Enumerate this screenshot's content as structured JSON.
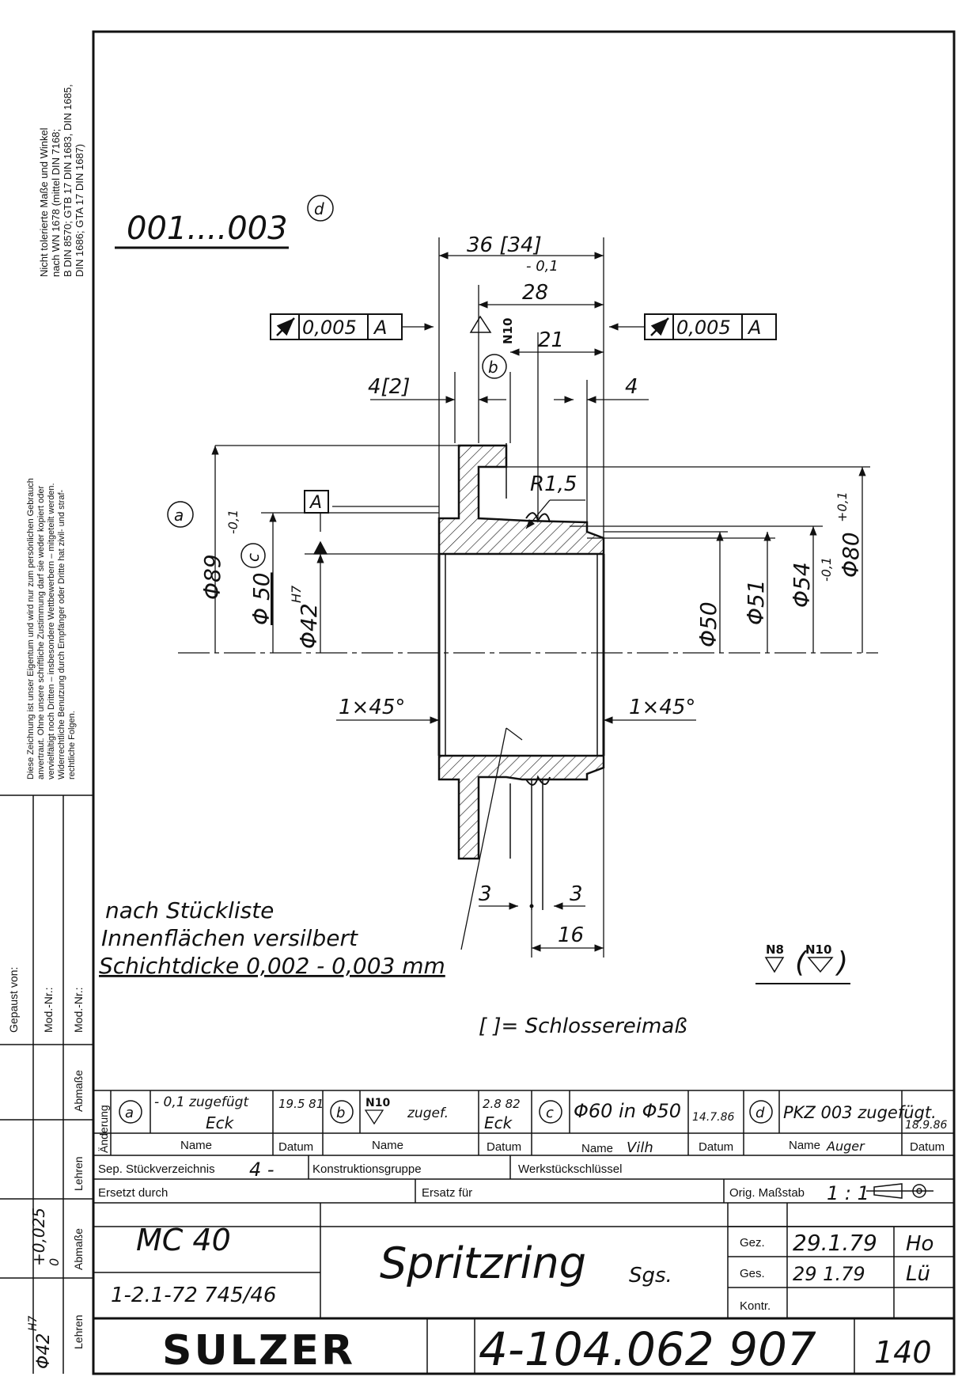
{
  "side_notes": {
    "tolerances": [
      "Nicht tolerierte Maße und Winkel",
      "nach WN 1678 (mittel DIN 7168;",
      "B DIN 8570; GTB 17 DIN 1683, DIN 1685,",
      "DIN 1686; GTA 17 DIN 1687)"
    ],
    "copyright": [
      "Diese Zeichnung ist unser Eigentum und wird nur zum persönlichen Gebrauch",
      "anvertraut. Ohne unsere schriftliche Zustimmung darf sie weder kopiert oder",
      "vervielfältigt noch Dritten – insbesondere Wettbewerbern – mitgeteilt werden.",
      "Widerrechtliche Benutzung durch Empfänger oder Dritte hat zivil- und straf-",
      "rechtliche Folgen."
    ],
    "gepaust_von": "Gepaust von:",
    "mod_nr_1": "Mod.-Nr.:",
    "mod_nr_2": "Mod.-Nr.:",
    "abmasse_1": "Abmaße",
    "lehren_1": "Lehren",
    "abmasse_2": "Abmaße",
    "lehren_2": "Lehren",
    "tol_value": "+0,025",
    "tol_value_lower": "0",
    "fit_symbol": "Φ42",
    "fit_grade": "H7"
  },
  "drawing": {
    "part_range": "001....003",
    "rev_d": "d",
    "rev_a": "a",
    "rev_b": "b",
    "rev_c": "c",
    "dim_36": "36 [34]",
    "dim_36_tol": "- 0,1",
    "dim_28": "28",
    "dim_21": "21",
    "dim_4_2": "4[2]",
    "dim_4": "4",
    "runout_left_value": "0,005",
    "runout_left_datum": "A",
    "runout_right_value": "0,005",
    "runout_right_datum": "A",
    "surface_n10": "N10",
    "datum_a": "A",
    "radius": "R1,5",
    "dia_89": "Φ89",
    "dia_89_tol": "-0,1",
    "dia_50c": "Φ 50",
    "dia_42": "Φ42",
    "dia_42_fit": "H7",
    "dia_50": "Φ50",
    "dia_51": "Φ51",
    "dia_54": "Φ54",
    "dia_54_tol": "-0,1",
    "dia_80": "Φ80",
    "dia_80_tol": "+0,1",
    "chamfer_left": "1×45°",
    "chamfer_right": "1×45°",
    "dim_3_left": "3",
    "dim_3_right": "3",
    "dim_16": "16",
    "note_1": "nach Stückliste",
    "note_2": "Innenflächen versilbert",
    "note_3": "Schichtdicke 0,002 - 0,003 mm",
    "surface_general": "N8",
    "surface_bracket": "N10",
    "bracket_note": "[ ]= Schlossereimaß"
  },
  "revisions": {
    "side_label": "Änderung",
    "a": {
      "letter": "a",
      "text": "- 0,1 zugefügt",
      "sign": "Eck",
      "date": "19.5 81"
    },
    "b": {
      "letter": "b",
      "text": "zugef.",
      "symbol": "N10",
      "sign": "Eck",
      "date": "2.8 82"
    },
    "c": {
      "letter": "c",
      "text": "Φ60 in Φ50",
      "sign": "Vilh",
      "date": "14.7.86"
    },
    "d": {
      "letter": "d",
      "text": "PKZ 003 zugefügt.",
      "sign": "Auger",
      "date": "18.9.86"
    },
    "name_label": "Name",
    "datum_label": "Datum"
  },
  "title_block": {
    "sep_label": "Sep. Stückverzeichnis",
    "sep_value": "4 -",
    "konstruktionsgruppe": "Konstruktionsgruppe",
    "werkstueckschluessel": "Werkstückschlüssel",
    "ersetzt_durch": "Ersetzt durch",
    "ersatz_fuer": "Ersatz für",
    "massstab_label": "Orig. Maßstab",
    "massstab_value": "1 : 1",
    "model": "MC 40",
    "number_left": "1-2.1-72 745/46",
    "title": "Spritzring",
    "title_suffix": "Sgs.",
    "gez_label": "Gez.",
    "gez_date": "29.1.79",
    "gez_sign": "Ho",
    "ges_label": "Ges.",
    "ges_date": "29 1.79",
    "ges_sign": "Lü",
    "kontr_label": "Kontr.",
    "company": "SULZER",
    "drawing_no": "4-104.062 907",
    "sheet_no": "140"
  }
}
